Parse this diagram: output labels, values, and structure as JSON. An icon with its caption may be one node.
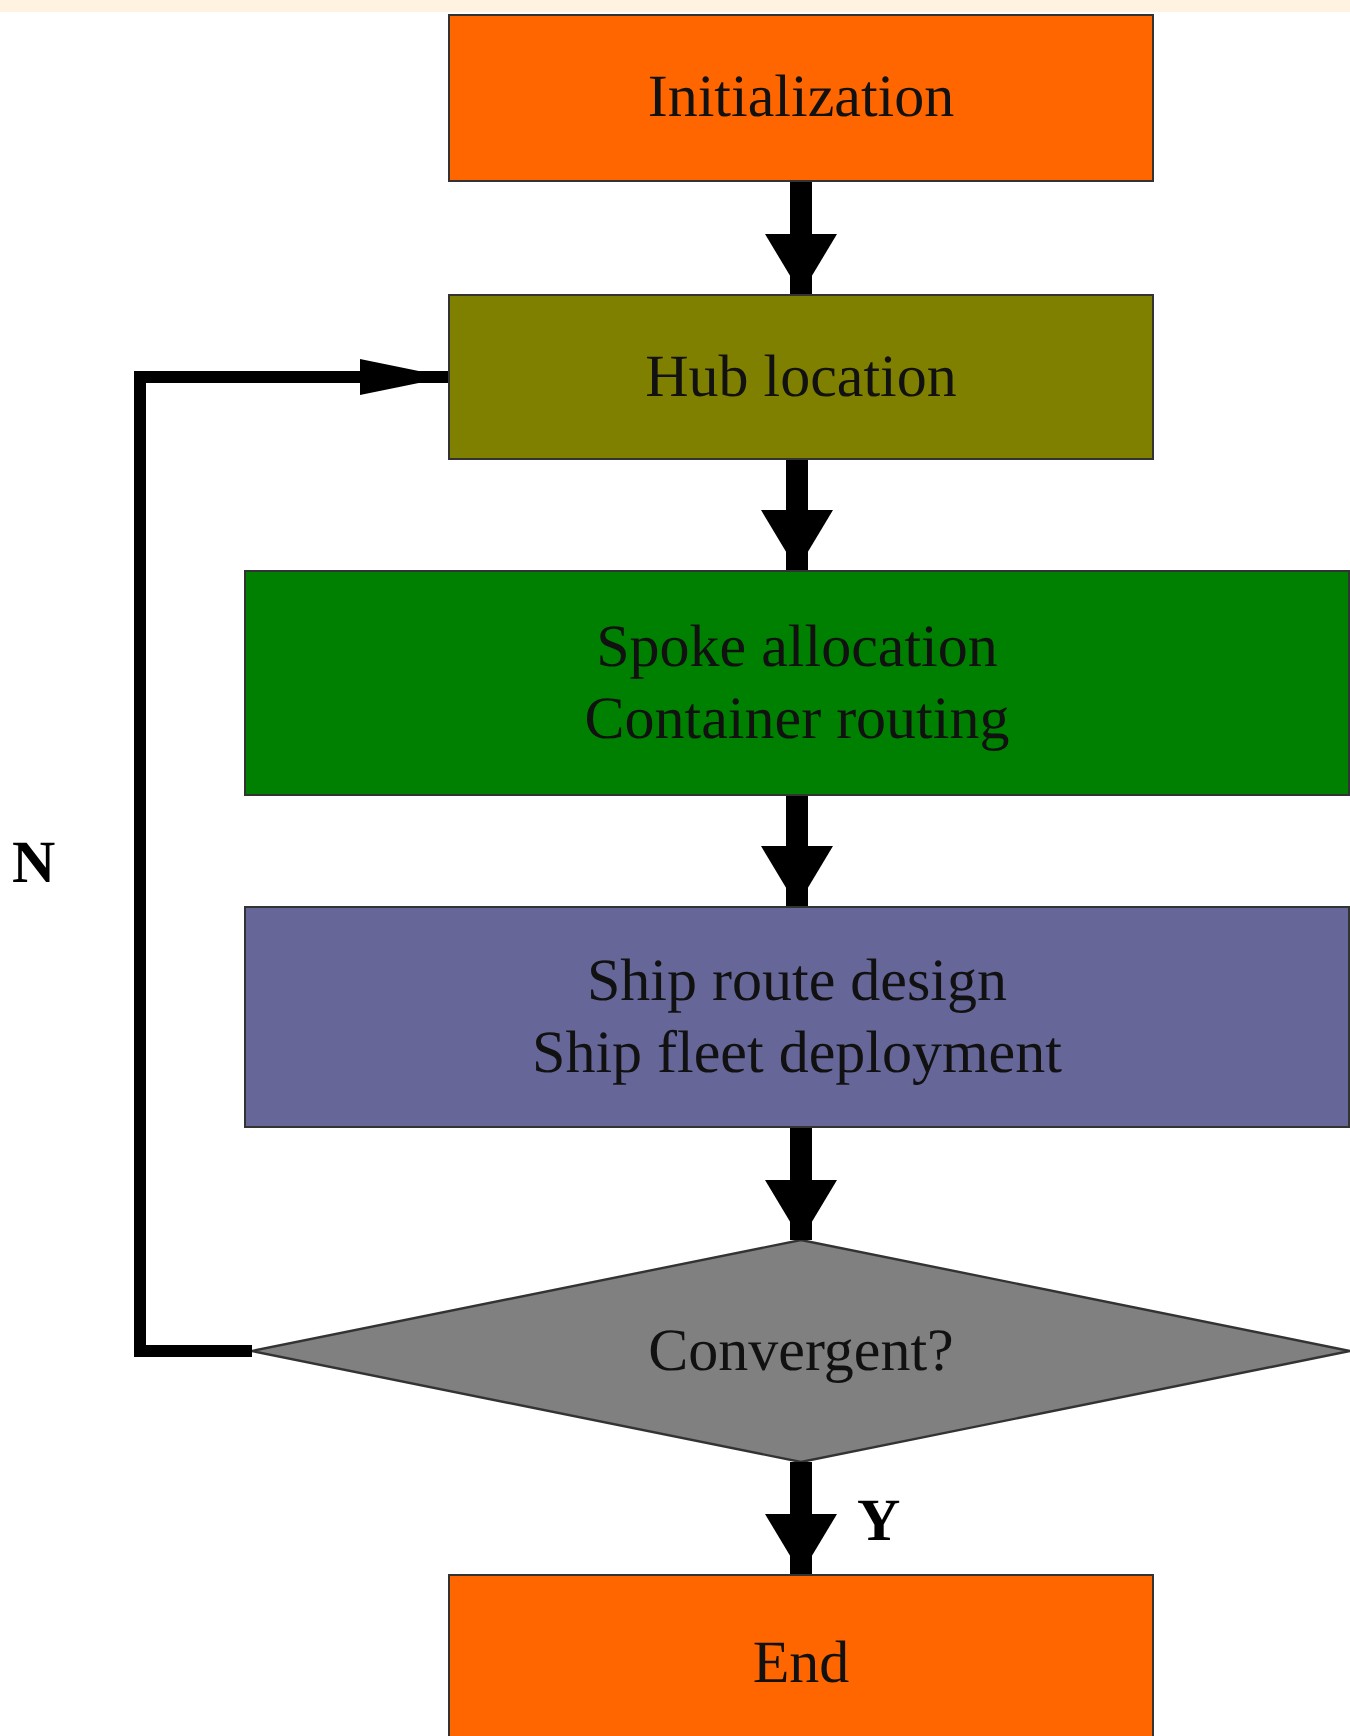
{
  "diagram": {
    "nodes": [
      {
        "text": [
          "Initialization"
        ]
      },
      {
        "text": [
          "Hub location"
        ]
      },
      {
        "text": [
          "Spoke allocation",
          "Container routing"
        ]
      },
      {
        "text": [
          "Ship route design",
          "Ship fleet deployment"
        ]
      },
      {
        "text": [
          "Convergent?"
        ]
      },
      {
        "text": [
          "End"
        ]
      }
    ],
    "edges": [
      {
        "from": 0,
        "to": 1,
        "arrow": "to"
      },
      {
        "from": 1,
        "to": 2,
        "arrow": "to"
      },
      {
        "from": 2,
        "to": 3,
        "arrow": "to"
      },
      {
        "from": 3,
        "to": 4,
        "arrow": "to"
      },
      {
        "from": 4,
        "to": 1,
        "label": "N",
        "arrow": "to"
      },
      {
        "from": 4,
        "to": 5,
        "label": "Y",
        "arrow": "to"
      }
    ]
  }
}
